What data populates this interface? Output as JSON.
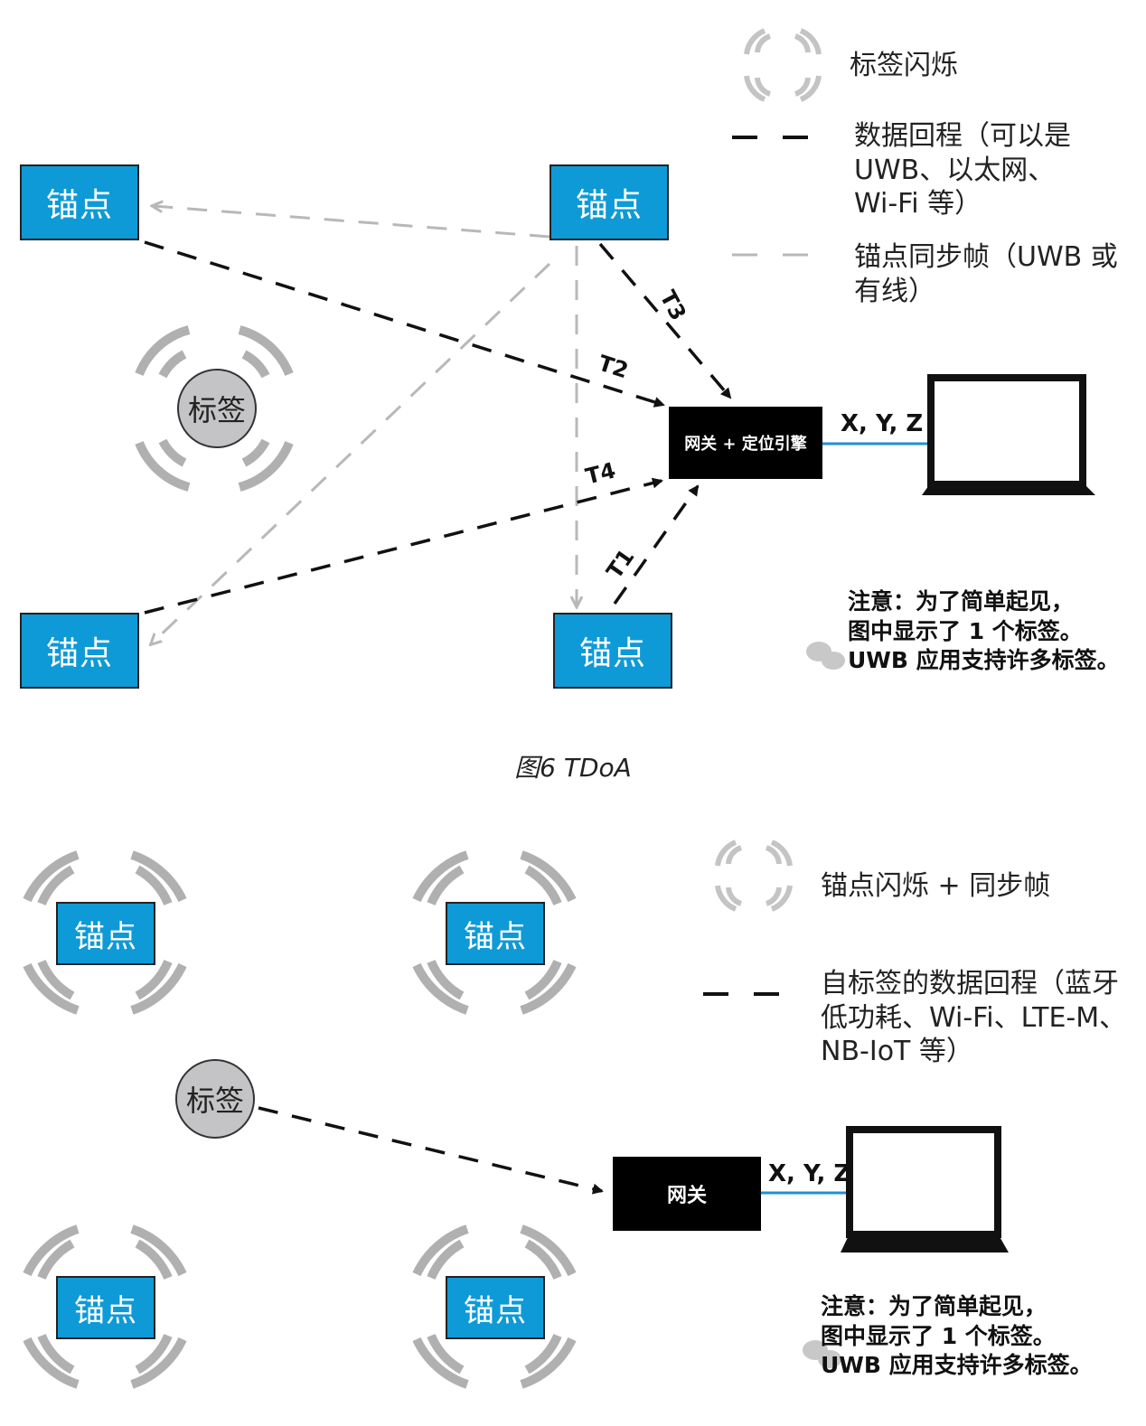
{
  "colors": {
    "anchor_fill": "#0e9ad6",
    "backhaul_line": "#111111",
    "sync_line": "#b8b8b8",
    "laptop_link": "#1e90d6",
    "tag_fill": "#c4c4c6",
    "blink_arc": "#b0b0b0"
  },
  "figure1": {
    "anchor_label": "锚点",
    "tag_label": "标签",
    "gateway_label": "网关 + 定位引擎",
    "coords_label": "X, Y, Z",
    "time_labels": [
      "T1",
      "T2",
      "T3",
      "T4"
    ],
    "legend": {
      "blink": "标签闪烁",
      "backhaul": [
        "数据回程（可以是",
        "UWB、以太网、",
        "Wi-Fi 等）"
      ],
      "sync": [
        "锚点同步帧（UWB 或",
        "有线）"
      ]
    },
    "note": [
      "注意：为了简单起见，",
      "图中显示了 1 个标签。",
      "UWB 应用支持许多标签。"
    ],
    "caption": "图6  TDoA"
  },
  "figure2": {
    "anchor_label": "锚点",
    "tag_label": "标签",
    "gateway_label": "网关",
    "coords_label": "X, Y, Z",
    "legend": {
      "blink": "锚点闪烁 + 同步帧",
      "backhaul": [
        "自标签的数据回程（蓝牙",
        "低功耗、Wi-Fi、LTE-M、",
        "NB-IoT 等）"
      ]
    },
    "note": [
      "注意：为了简单起见，",
      "图中显示了 1 个标签。",
      "UWB 应用支持许多标签。"
    ]
  },
  "icons": [
    "blink-icon",
    "laptop-icon",
    "wechat-icon"
  ]
}
